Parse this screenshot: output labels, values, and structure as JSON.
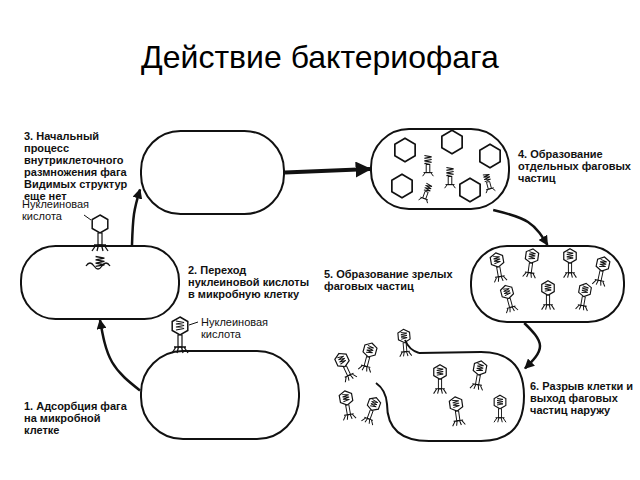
{
  "diagram": {
    "title": "Действие бактериофага",
    "nodes": [
      {
        "text": [
          "1. Адсорбция фага на микробной клетке"
        ]
      },
      {
        "text": [
          "2. Переход нуклеиновой кислоты в микробную клетку"
        ]
      },
      {
        "text": [
          "3. Начальный процесс внутриклеточного размножения фага Видимых структур еще нет"
        ]
      },
      {
        "text": [
          "4. Образование отдельных фаговых частиц"
        ]
      },
      {
        "text": [
          "5. Образование зрелых фаговых частиц"
        ]
      },
      {
        "text": [
          "6. Разрыв клетки и выход фаговых частиц наружу"
        ]
      }
    ],
    "edges": [
      {
        "from": 0,
        "to": 1,
        "arrow": "to"
      },
      {
        "from": 1,
        "to": 2,
        "arrow": "to"
      },
      {
        "from": 2,
        "to": 3,
        "arrow": "to"
      },
      {
        "from": 3,
        "to": 4,
        "arrow": "to"
      },
      {
        "from": 4,
        "to": 5,
        "arrow": "to"
      }
    ],
    "labels": [
      "Нуклеиновая кислота",
      "Нуклеиновая кислота"
    ]
  }
}
